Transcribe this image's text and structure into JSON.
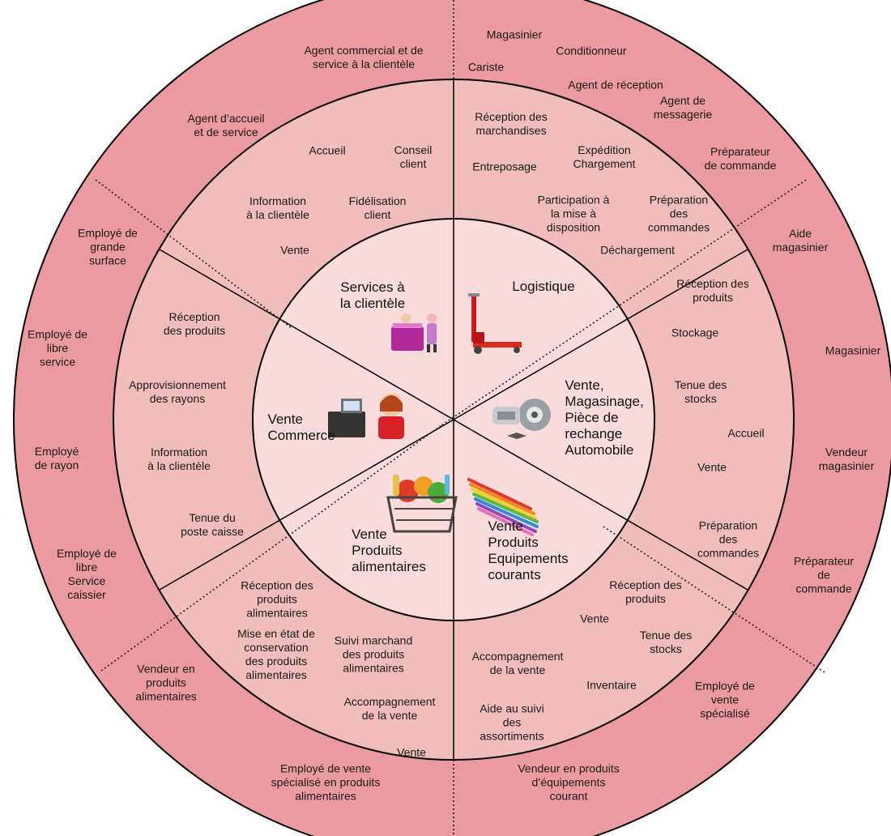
{
  "colors": {
    "outer_ring": "#eb9a9f",
    "middle_ring": "#f1bcbc",
    "inner_circle": "#f9dbdc",
    "stroke": "#000000",
    "divider": "#333333"
  },
  "sectors": {
    "services": {
      "title": "Services à\nla clientèle",
      "activities": [
        "Accueil",
        "Conseil\nclient",
        "Information\nà la clientèle",
        "Fidélisation\nclient",
        "Vente"
      ],
      "jobs": [
        "Agent commercial et de\nservice à la clientèle",
        "Agent d’accueil\net de service"
      ]
    },
    "logistique": {
      "title": "Logistique",
      "activities": [
        "Réception des\nmarchandises",
        "Expédition\nChargement",
        "Entreposage",
        "Participation à\nla mise à\ndisposition",
        "Préparation\ndes\ncommandes",
        "Déchargement"
      ],
      "jobs": [
        "Magasinier",
        "Conditionneur",
        "Cariste",
        "Agent de réception",
        "Agent de\nmessagerie",
        "Préparateur\nde commande"
      ]
    },
    "auto": {
      "title": "Vente,\nMagasinage,\nPièce de\nrechange\nAutomobile",
      "activities": [
        "Réception des\nproduits",
        "Stockage",
        "Tenue des\nstocks",
        "Accueil",
        "Vente",
        "Préparation\ndes\ncommandes"
      ],
      "jobs": [
        "Aide\nmagasinier",
        "Magasinier",
        "Vendeur\nmagasinier",
        "Préparateur\nde commande"
      ]
    },
    "equipements": {
      "title": "Vente\nProduits\nEquipements\ncourants",
      "activities": [
        "Réception des\nproduits",
        "Vente",
        "Tenue des\nstocks",
        "Accompagnement\nde la vente",
        "Inventaire",
        "Aide au suivi\ndes\nassortiments"
      ],
      "jobs": [
        "Employé de\nvente\nspécialisé",
        "Vendeur en produits\nd’équipements\ncourant"
      ]
    },
    "alimentaires": {
      "title": "Vente\nProduits\nalimentaires",
      "activities": [
        "Réception des\nproduits\nalimentaires",
        "Mise en état de\nconservation\ndes produits\nalimentaires",
        "Suivi marchand\ndes produits\nalimentaires",
        "Accompagnement\nde la vente",
        "Vente"
      ],
      "jobs": [
        "Vendeur en\nproduits\nalimentaires",
        "Employé de vente\nspécialisé en produits\nalimentaires"
      ]
    },
    "commerce": {
      "title": "Vente\nCommerce",
      "activities": [
        "Réception\ndes produits",
        "Approvisionnement\ndes rayons",
        "Information\nà la clientèle",
        "Tenue du\nposte caisse"
      ],
      "jobs": [
        "Employé de\ngrande\nsurface",
        "Employé de\nlibre\nservice",
        "Employé\nde rayon",
        "Employé de\nlibre\nService\ncaissier"
      ]
    }
  },
  "icons": {
    "services": "reception-desk-icon",
    "logistique": "pallet-truck-icon",
    "commerce": "cashier-icon",
    "auto": "car-parts-icon",
    "alimentaires": "grocery-basket-icon",
    "equipements": "colored-pencils-icon"
  }
}
